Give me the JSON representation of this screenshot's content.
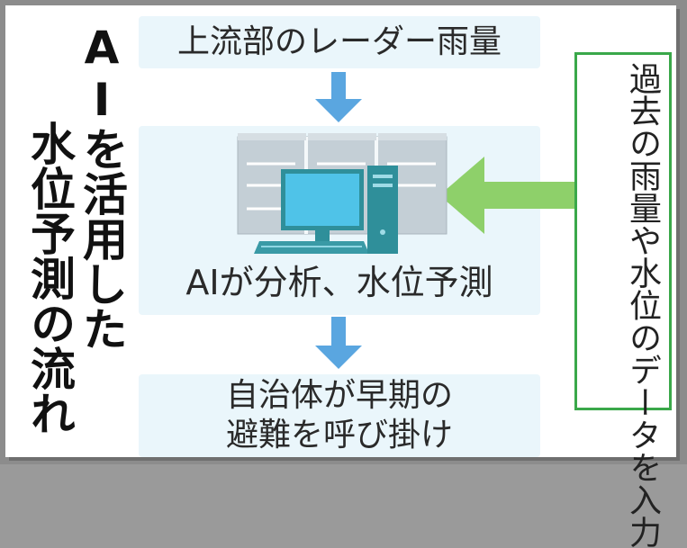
{
  "title": {
    "line1": "AIを活用した",
    "line2": "水位予測の流れ"
  },
  "steps": {
    "top": "上流部のレーダー雨量",
    "middle": "AIが分析、水位予測",
    "bottom_line1": "自治体が早期の",
    "bottom_line2": "避難を呼び掛け"
  },
  "side_input": "過去の雨量や水位のデータを入力",
  "colors": {
    "box_fill": "#eaf6fb",
    "arrow_blue": "#5aa6e0",
    "arrow_green": "#8ed06a",
    "input_border": "#3aa84a",
    "server": "#c4cfd6",
    "monitor_screen": "#4fc3e8",
    "computer_body": "#2f8f9a"
  }
}
